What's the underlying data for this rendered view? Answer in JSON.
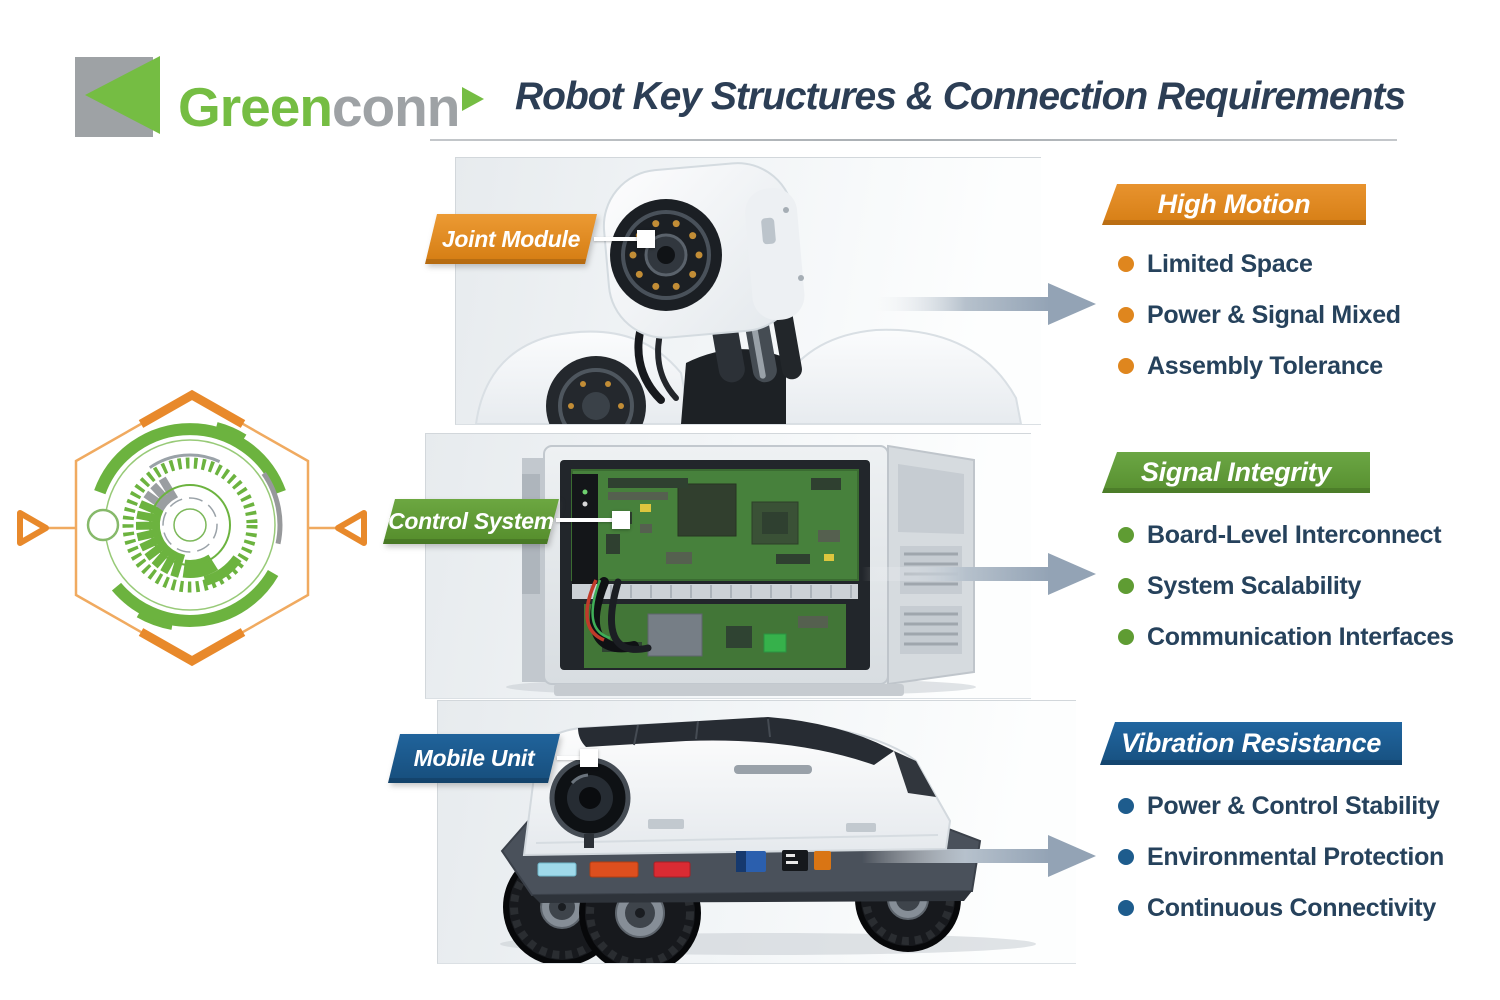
{
  "brand": {
    "wordmark_green": "Green",
    "wordmark_gray": "conn"
  },
  "title": "Robot Key Structures & Connection Requirements",
  "sections": [
    {
      "label": "Joint Module",
      "requirement_title": "High Motion",
      "bullets": [
        "Limited Space",
        "Power & Signal Mixed",
        "Assembly Tolerance"
      ],
      "accent": "#DF861E"
    },
    {
      "label": "Control System",
      "requirement_title": "Signal Integrity",
      "bullets": [
        "Board-Level Interconnect",
        "System Scalability",
        "Communication Interfaces"
      ],
      "accent": "#5F9C33"
    },
    {
      "label": "Mobile Unit",
      "requirement_title": "Vibration Resistance",
      "bullets": [
        "Power & Control Stability",
        "Environmental Protection",
        "Continuous Connectivity"
      ],
      "accent": "#1E5C8D"
    }
  ],
  "icons": {
    "logo_mark": "left-triangle-on-gray-square",
    "logo_tip": "small-right-triangle",
    "flow_arrow": "gray-gradient-right-arrow",
    "emblem": "orange-hexagon-green-tech-dial",
    "emblem_markers": "inward-pointing-orange-triangles"
  },
  "colors": {
    "logo_green": "#75BD43",
    "logo_gray": "#9EA2A5",
    "title_navy": "#2C3E55",
    "bullet_text": "#26425C",
    "orange": "#DF861E",
    "green": "#5F9C33",
    "blue": "#1E5C8D",
    "arrow_gray": "#93A3B5"
  }
}
